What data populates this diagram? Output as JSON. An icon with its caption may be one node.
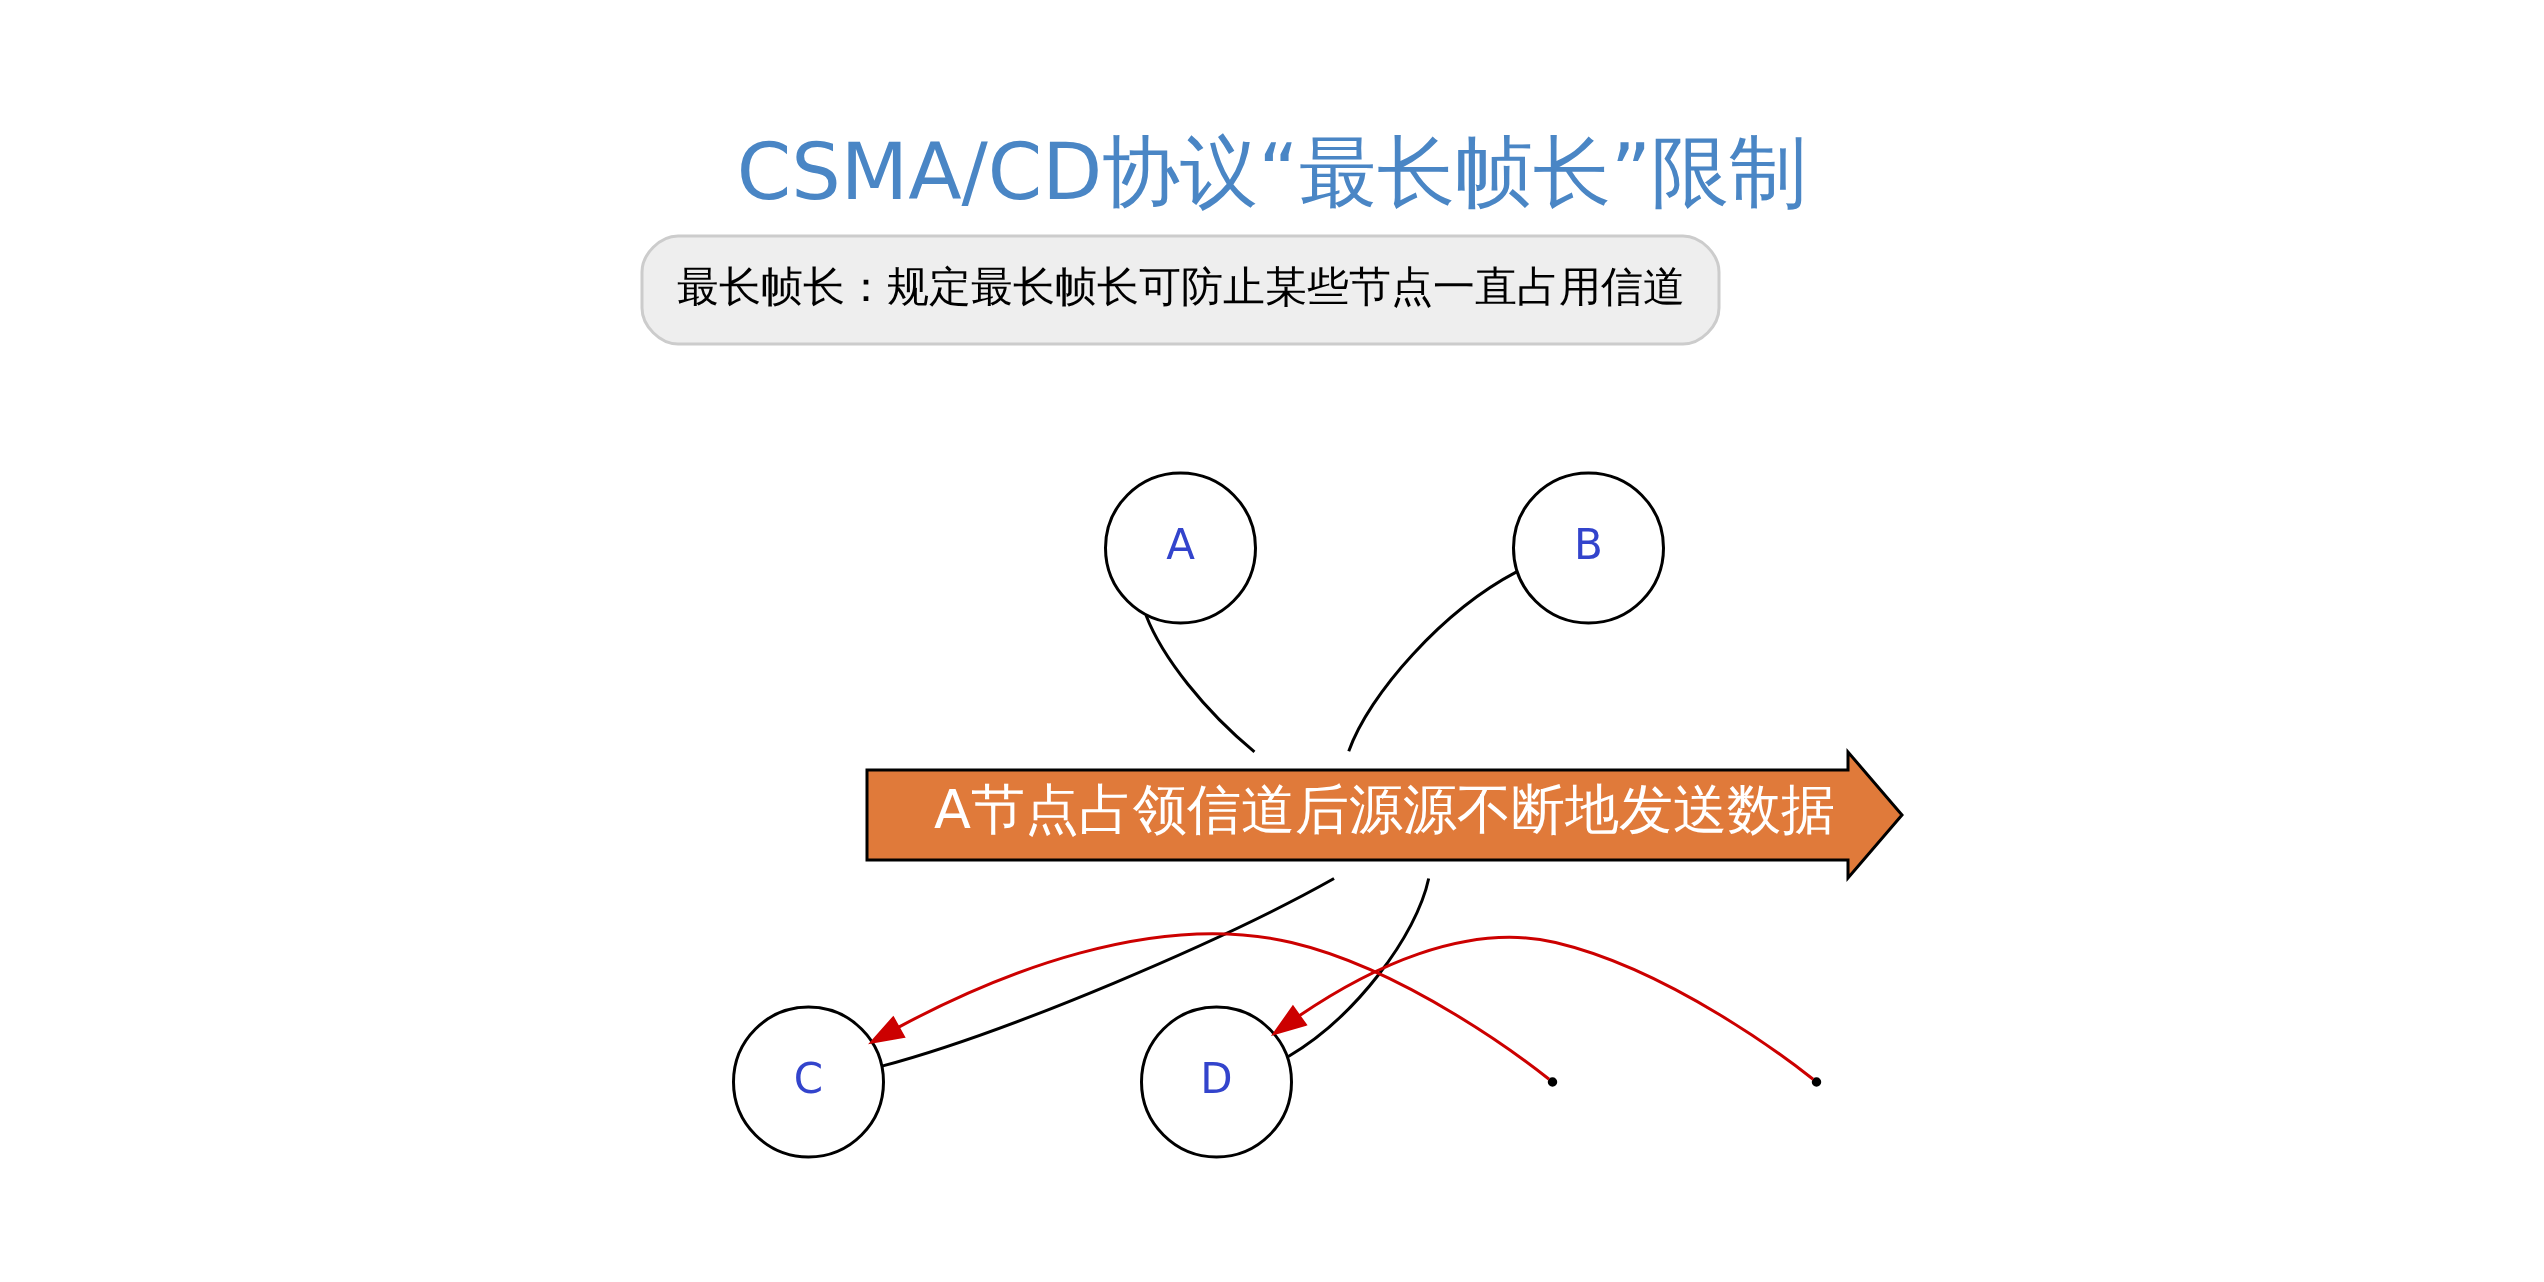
{
  "diagram": {
    "title": "CSMA/CD协议“最长帧长”限制",
    "nodes": [
      {
        "text": [
          "A"
        ]
      },
      {
        "text": [
          "B"
        ]
      },
      {
        "text": [
          "A节点占领信道后源源不断地发送数据"
        ]
      },
      {
        "text": [
          "C"
        ]
      },
      {
        "text": [
          "D"
        ]
      }
    ],
    "edges": [
      {
        "from": 0,
        "to": 2,
        "arrow": "none"
      },
      {
        "from": 1,
        "to": 2,
        "arrow": "none"
      },
      {
        "from": 3,
        "to": 2,
        "arrow": "none"
      },
      {
        "from": 4,
        "to": 2,
        "arrow": "none"
      },
      {
        "from": null,
        "to": 3,
        "arrow": "to",
        "color": "#cc0000"
      },
      {
        "from": null,
        "to": 4,
        "arrow": "to",
        "color": "#cc0000"
      }
    ],
    "labels": [
      "最长帧长：规定最长帧长可防止某些节点一直占用信道"
    ]
  }
}
